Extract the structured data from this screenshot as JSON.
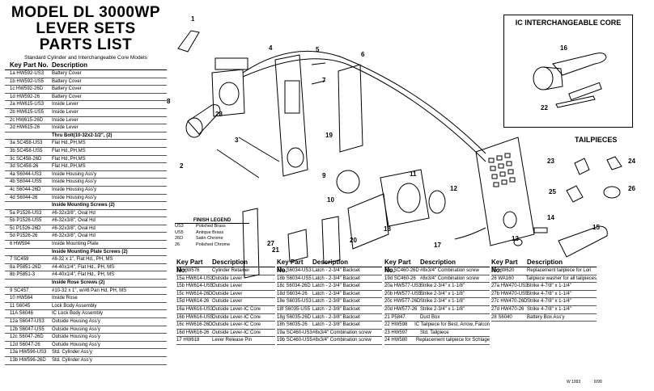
{
  "title": {
    "line1": "MODEL DL 3000WP",
    "line2": "LEVER SETS",
    "line3": "PARTS LIST",
    "subtitle": "Standard Cylinder and Interchangeable Core Models"
  },
  "headers": {
    "key": "Key",
    "part": "Part No.",
    "desc": "Description"
  },
  "main_list": [
    {
      "key": "1a",
      "part": "HW592-US3",
      "desc": "Battery Cover"
    },
    {
      "key": "1b",
      "part": "HW592-US5",
      "desc": "Battery Cover"
    },
    {
      "key": "1c",
      "part": "HW592-26D",
      "desc": "Battery Cover"
    },
    {
      "key": "1d",
      "part": "HW592-26",
      "desc": "Battery Cover"
    },
    {
      "key": "2a",
      "part": "HW615-US3",
      "desc": "Inside Lever"
    },
    {
      "key": "2b",
      "part": "HW615-US5",
      "desc": "Inside Lever"
    },
    {
      "key": "2c",
      "part": "HW615-26D",
      "desc": "Inside Lever"
    },
    {
      "key": "2d",
      "part": "HW615-26",
      "desc": "Inside Lever"
    },
    {
      "key": "",
      "part": "",
      "desc": "Thru Bolt(10-32x2-1/2\", (2)",
      "sub": true
    },
    {
      "key": "3a",
      "part": "SC458-US3",
      "desc": "Flat Hd.,PH,MS"
    },
    {
      "key": "3b",
      "part": "SC458-US5",
      "desc": "Flat Hd.,PH,MS"
    },
    {
      "key": "3c",
      "part": "SC458-26D",
      "desc": "Flat Hd.,PH,MS"
    },
    {
      "key": "3d",
      "part": "SC458-26",
      "desc": "Flat Hd.,PH,MS"
    },
    {
      "key": "4a",
      "part": "S6044-US3",
      "desc": "Inside Housing Ass'y"
    },
    {
      "key": "4b",
      "part": "S6044-US5",
      "desc": "Inside Housing Ass'y"
    },
    {
      "key": "4c",
      "part": "S6044-26D",
      "desc": "Inside Housing Ass'y"
    },
    {
      "key": "4d",
      "part": "S6044-26",
      "desc": "Inside Housing Ass'y"
    },
    {
      "key": "",
      "part": "",
      "desc": "Inside Mounting Screws (2)",
      "sub": true
    },
    {
      "key": "5a",
      "part": "P1526-US3",
      "desc": "#6-32x3/8\", Oval Hd"
    },
    {
      "key": "5b",
      "part": "P1526-US5",
      "desc": "#6-32x3/8\", Oval Hd"
    },
    {
      "key": "5c",
      "part": "P1526-26D",
      "desc": "#6-32x3/8\", Oval Hd"
    },
    {
      "key": "5d",
      "part": "P1526-26",
      "desc": "#6-32x3/8\", Oval Hd"
    },
    {
      "key": "6",
      "part": "HW594",
      "desc": "Inside Mounting Plate"
    },
    {
      "key": "",
      "part": "",
      "desc": "Inside Mounting Plate Screws (2)",
      "sub": true
    },
    {
      "key": "7",
      "part": "SC459",
      "desc": "#8-32 x 1\", Flat Hd., PH, MS"
    },
    {
      "key": "8a",
      "part": "P5851-26D",
      "desc": "#4-40x1/4\", Flat Hd., PH, MS"
    },
    {
      "key": "8b",
      "part": "P5851-3",
      "desc": "#4-40x1/4\", Flat Hd., PH, MS"
    },
    {
      "key": "",
      "part": "",
      "desc": "Inside Rose Screws (2)",
      "sub": true
    },
    {
      "key": "9",
      "part": "SC457",
      "desc": "#10-32 x 1\", w/#8 Pan Hd, PH, MS"
    },
    {
      "key": "10",
      "part": "HW564",
      "desc": "Inside Rose"
    },
    {
      "key": "11",
      "part": "S6045",
      "desc": "Lock Body Assembly"
    },
    {
      "key": "11A",
      "part": "S6046",
      "desc": "IC Lock Body Assembly"
    },
    {
      "key": "12a",
      "part": "S6047-US3",
      "desc": "Outside Housing Ass'y"
    },
    {
      "key": "12b",
      "part": "S6047-US5",
      "desc": "Outside Housing Ass'y"
    },
    {
      "key": "12c",
      "part": "S6047-26D",
      "desc": "Outside Housing Ass'y"
    },
    {
      "key": "12d",
      "part": "S6047-26",
      "desc": "Outside Housing Ass'y"
    },
    {
      "key": "13a",
      "part": "HW596-US3",
      "desc": "Std. Cylinder Ass'y"
    },
    {
      "key": "13b",
      "part": "HW596-26D",
      "desc": "Std. Cylinder Ass'y"
    }
  ],
  "legend": {
    "title": "FINISH LEGEND",
    "items": [
      {
        "code": "US3",
        "name": "Polished Brass"
      },
      {
        "code": "US5",
        "name": "Antique Brass"
      },
      {
        "code": "26D",
        "name": "Satin Chrome"
      },
      {
        "code": "26",
        "name": "Polished Chrome"
      }
    ]
  },
  "col1": [
    {
      "key": "14",
      "part": "HW576",
      "desc": "Cylinder Retainer"
    },
    {
      "key": "15a",
      "part": "HW614-US3",
      "desc": "Outside Lever"
    },
    {
      "key": "15b",
      "part": "HW614-US5",
      "desc": "Outside Lever"
    },
    {
      "key": "15c",
      "part": "HW614-26D",
      "desc": "Outside Lever"
    },
    {
      "key": "15d",
      "part": "HW614-26",
      "desc": "Outside Lever"
    },
    {
      "key": "16a",
      "part": "HW616-US3",
      "desc": "Outside Lever-IC Core"
    },
    {
      "key": "16b",
      "part": "HW616-US5",
      "desc": "Outside Lever-IC Core"
    },
    {
      "key": "16c",
      "part": "HW616-26D",
      "desc": "Outside Lever-IC Core"
    },
    {
      "key": "16d",
      "part": "HW616-26",
      "desc": "Outside Lever-IC Core"
    },
    {
      "key": "17",
      "part": "HW618",
      "desc": "Lever Release Pin"
    }
  ],
  "col2": [
    {
      "key": "18a",
      "part": "S6034-US3",
      "desc": "Latch - 2-3/4\" Backset"
    },
    {
      "key": "18b",
      "part": "S6034-US5",
      "desc": "Latch - 2-3/4\" Backset"
    },
    {
      "key": "18c",
      "part": "S6034-26D",
      "desc": "Latch - 2-3/4\" Backset"
    },
    {
      "key": "18d",
      "part": "S6034-26",
      "desc": "Latch - 2-3/4\" Backset"
    },
    {
      "key": "18e",
      "part": "S6035-US3",
      "desc": "Latch - 2-3/8\" Backset"
    },
    {
      "key": "18f",
      "part": "S6035-US5",
      "desc": "Latch - 2-3/8\" Backset"
    },
    {
      "key": "18g",
      "part": "S6035-26D",
      "desc": "Latch - 2-3/8\" Backset"
    },
    {
      "key": "18h",
      "part": "S6035-26",
      "desc": "Latch - 2-3/8\" Backset"
    },
    {
      "key": "19a",
      "part": "SC460-US3",
      "desc": "#8x3/4\" Combination screw"
    },
    {
      "key": "19b",
      "part": "SC460-US5",
      "desc": "#8x3/4\" Combination screw"
    }
  ],
  "col3": [
    {
      "key": "19c",
      "part": "SC460-26D",
      "desc": "#8x3/4\" Combination screw"
    },
    {
      "key": "19d",
      "part": "SC460-26",
      "desc": "#8x3/4\" Combination screw"
    },
    {
      "key": "20a",
      "part": "HW577-US3",
      "desc": "Strike 2-3/4\" x 1-1/8\""
    },
    {
      "key": "20b",
      "part": "HW577-US5",
      "desc": "Strike 2-3/4\" x 1-1/8\""
    },
    {
      "key": "20c",
      "part": "HW577-26D",
      "desc": "Strike 2-3/4\" x 1-1/8\""
    },
    {
      "key": "20d",
      "part": "HW577-26",
      "desc": "Strike 2-3/4\" x 1-1/8\""
    },
    {
      "key": "21",
      "part": "P5847",
      "desc": "Dust Box"
    },
    {
      "key": "22",
      "part": "HW598",
      "desc": "IC Tailpiece for Best, Arrow, Falcon"
    },
    {
      "key": "23",
      "part": "HW597",
      "desc": "Std. Tailpiece"
    },
    {
      "key": "24",
      "part": "HW580",
      "desc": "Replacement tailpiece for Schlage"
    }
  ],
  "col4": [
    {
      "key": "25",
      "part": "HW620",
      "desc": "Replacement tailpiece for Lori"
    },
    {
      "key": "26",
      "part": "WA160",
      "desc": "Tailpiece washer for all tailpieces"
    },
    {
      "key": "27a",
      "part": "HW470-US3",
      "desc": "Strike 4-7/8\" x 1-1/4\""
    },
    {
      "key": "27b",
      "part": "HW470-US5",
      "desc": "Strike 4-7/8\" x 1-1/4\""
    },
    {
      "key": "27c",
      "part": "HW470-26D",
      "desc": "Strike 4-7/8\" x 1-1/4\""
    },
    {
      "key": "27d",
      "part": "HW470-26",
      "desc": "Strike 4-7/8\" x 1-1/4\""
    },
    {
      "key": "28",
      "part": "S6040",
      "desc": "Battery Box Ass'y"
    }
  ],
  "ic_box": {
    "title": "IC INTERCHANGEABLE CORE"
  },
  "tailpieces_title": "TAILPIECES",
  "footer": {
    "code": "W 1993",
    "date": "6/99"
  },
  "callouts": [
    "1",
    "2",
    "3",
    "4",
    "5",
    "6",
    "7",
    "8",
    "9",
    "10",
    "11",
    "12",
    "13",
    "14",
    "15",
    "16",
    "17",
    "18",
    "19",
    "20",
    "21",
    "22",
    "23",
    "24",
    "25",
    "26",
    "27",
    "28"
  ]
}
